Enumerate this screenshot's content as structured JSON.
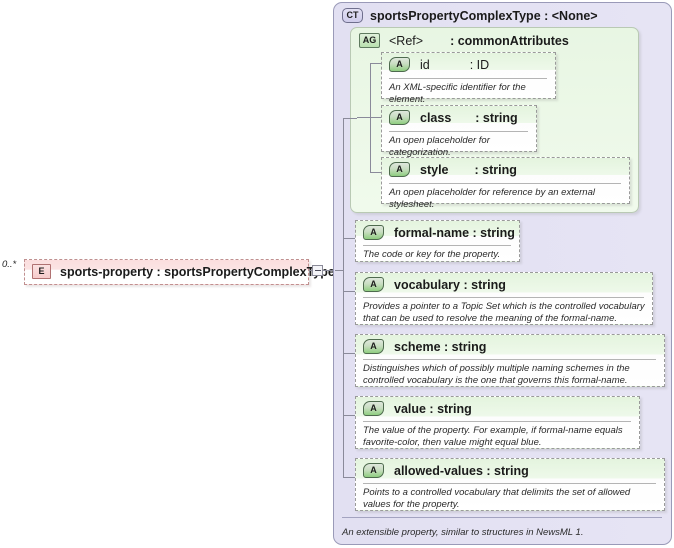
{
  "diagram": {
    "type": "xml-schema-diagram",
    "complex_type": {
      "badge": "CT",
      "title": "sportsPropertyComplexType : <None>",
      "documentation": "An extensible property, similar to structures in NewsML 1."
    },
    "attribute_group": {
      "badge": "AG",
      "ref_label": "<Ref>",
      "name": ": commonAttributes",
      "attributes": [
        {
          "badge": "A",
          "name": "id",
          "type": ": ID",
          "required": false,
          "doc": "An XML-specific identifier for the element."
        },
        {
          "badge": "A",
          "name": "class",
          "type": ": string",
          "required": true,
          "doc": "An open placeholder for categorization."
        },
        {
          "badge": "A",
          "name": "style",
          "type": ": string",
          "required": true,
          "doc": "An open placeholder for reference by an external stylesheet."
        }
      ]
    },
    "attributes": [
      {
        "badge": "A",
        "name": "formal-name : string",
        "doc": "The code or key for the property."
      },
      {
        "badge": "A",
        "name": "vocabulary : string",
        "doc": "Provides a pointer to a Topic Set which is the controlled vocabulary that can be used to resolve the meaning of the formal-name."
      },
      {
        "badge": "A",
        "name": "scheme  : string",
        "doc": "Distinguishes which of possibly multiple naming schemes in the controlled vocabulary is the one that governs this formal-name."
      },
      {
        "badge": "A",
        "name": "value      : string",
        "doc": "The value of the property. For example, if formal-name equals favorite-color, then value might equal blue."
      },
      {
        "badge": "A",
        "name": "allowed-values : string",
        "doc": "Points to a controlled vocabulary that delimits the set of allowed values for the property."
      }
    ],
    "element": {
      "badge": "E",
      "cardinality": "0..*",
      "label": "sports-property : sportsPropertyComplexType"
    },
    "colors": {
      "complex_type_fill": "#e2e0f2",
      "attribute_group_fill": "#e8f6e3",
      "attribute_header_fill": "#e4f4de",
      "element_fill": "#fbdede",
      "connector": "#8a8a9a"
    }
  }
}
